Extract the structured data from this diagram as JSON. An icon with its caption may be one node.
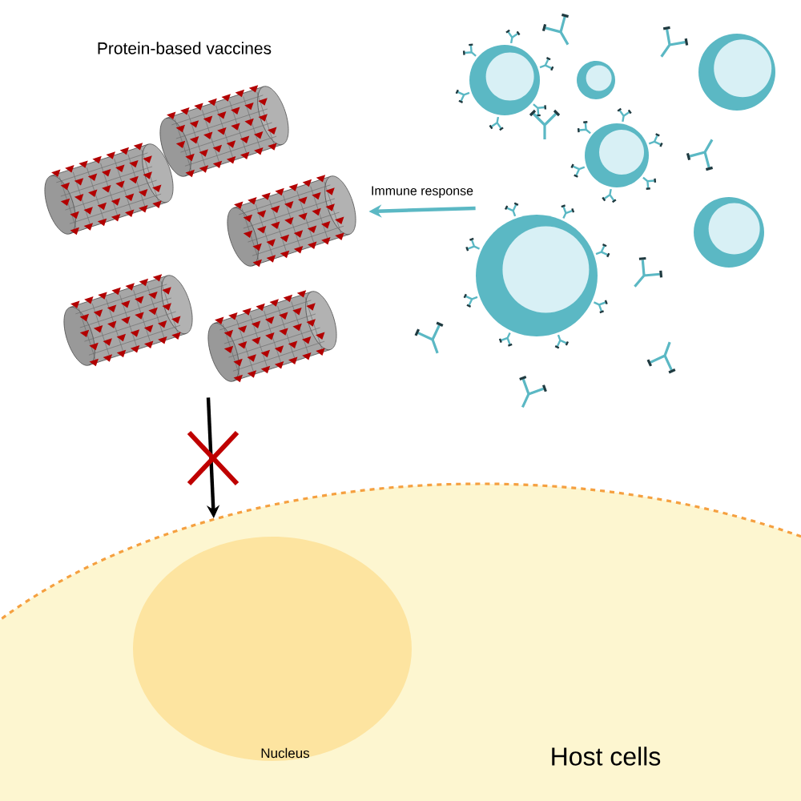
{
  "diagram": {
    "nodes": [
      {
        "text": [
          "Protein-based vaccines"
        ]
      },
      {
        "text": [],
        "shape": "picture"
      },
      {
        "text": [
          "Host cells"
        ]
      },
      {
        "text": [
          "Nucleus"
        ],
        "in": 2
      }
    ],
    "edges": [
      {
        "from": 1,
        "to": 0,
        "arrow": "to",
        "label": "Immune response",
        "color": "#5bb8c4"
      },
      {
        "from": 0,
        "to": 2,
        "arrow": "to",
        "color": "#000000"
      }
    ]
  }
}
